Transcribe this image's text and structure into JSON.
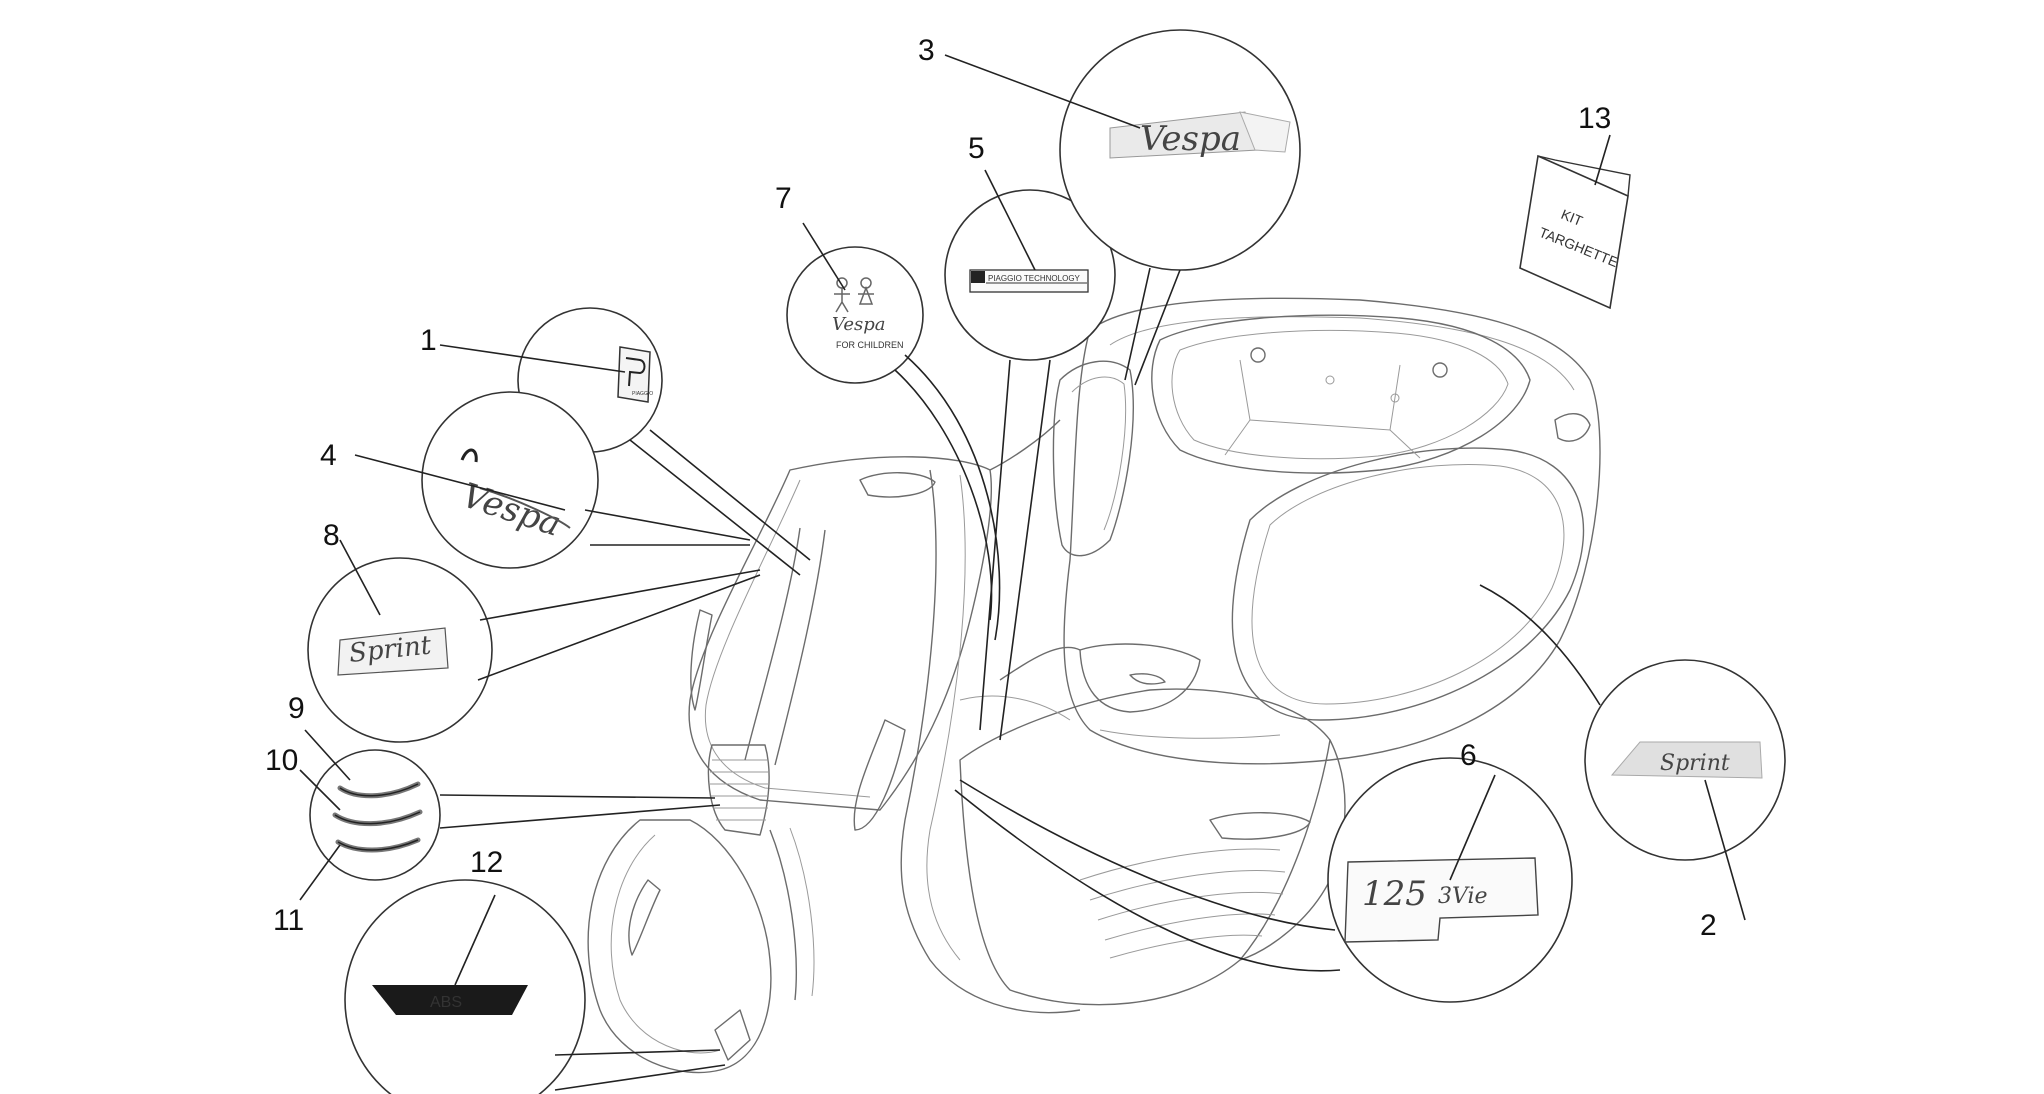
{
  "diagram": {
    "part_numbers": [
      "1",
      "2",
      "3",
      "4",
      "5",
      "6",
      "7",
      "8",
      "9",
      "10",
      "11",
      "12",
      "13"
    ],
    "decals": {
      "piaggio_emblem_small": "PIAGGIO",
      "piaggio_technology": "PIAGGIO TECHNOLOGY",
      "vespa_script": "Vespa",
      "for_children": "FOR CHILDREN",
      "sprint_left": "Sprint",
      "sprint_side": "Sprint",
      "engine_125": "125",
      "engine_3vie": "3Vie",
      "abs": "ABS",
      "kit_line1": "KIT",
      "kit_line2": "TARGHETTE"
    }
  }
}
